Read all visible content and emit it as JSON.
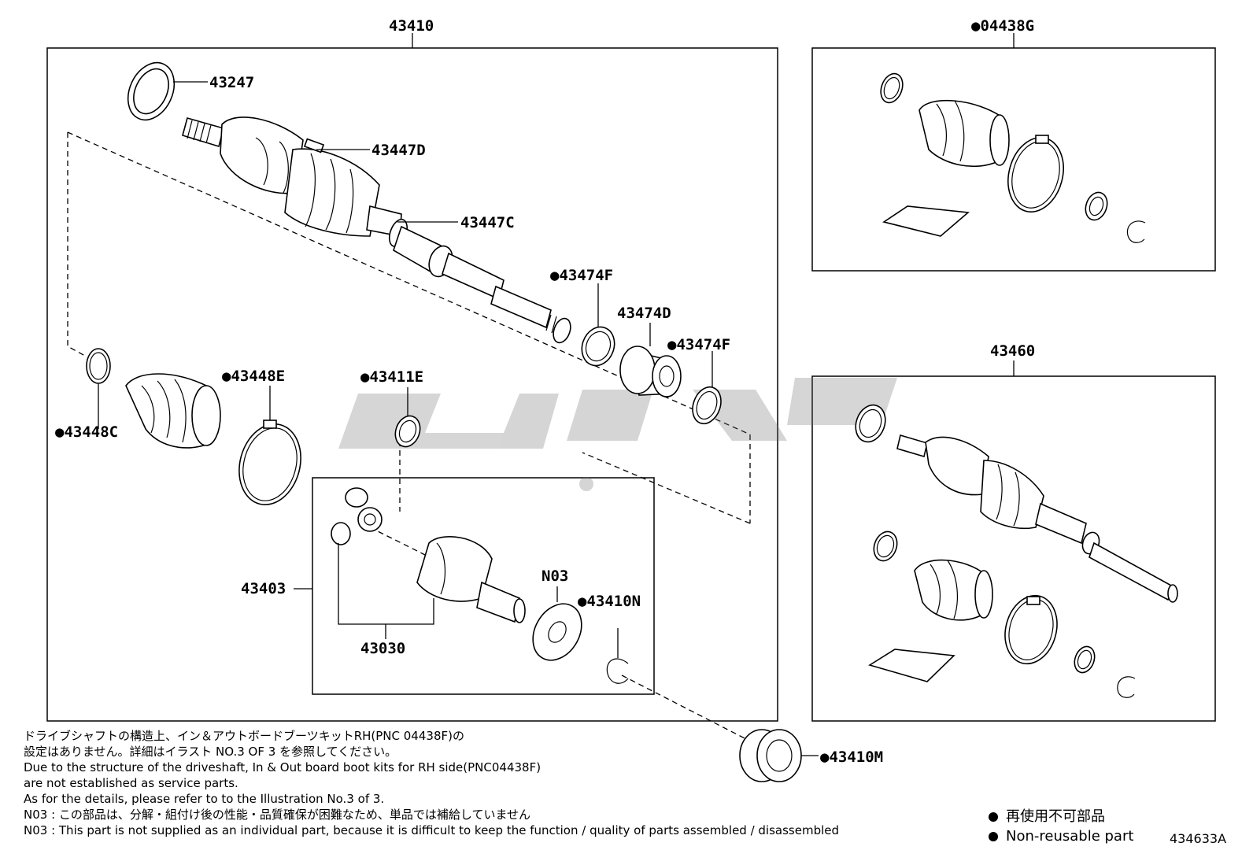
{
  "assembly_labels": {
    "main_shaft": "43410",
    "boot_kit_rh": "●04438G",
    "shaft_lh": "43460",
    "outboard_joint": "43403",
    "tripod_joint": "43030"
  },
  "part_labels": {
    "p43247": "43247",
    "p43447D": "43447D",
    "p43447C": "43447C",
    "p43474F_a": "●43474F",
    "p43474D": "43474D",
    "p43474F_b": "●43474F",
    "p43448E": "●43448E",
    "p43411E": "●43411E",
    "p43448C": "●43448C",
    "pN03": "N03",
    "p43410N": "●43410N",
    "p43410M": "●43410M"
  },
  "watermark_text": "حلب",
  "notes": {
    "jp_line1": "ドライブシャフトの構造上、イン＆アウトボードブーツキットRH(PNC 04438F)の",
    "jp_line2": "設定はありません。詳細はイラスト NO.3 OF 3 を参照してください。",
    "en_line1": "Due to the structure of the driveshaft, In & Out board  boot kits for RH side(PNC04438F)",
    "en_line2": "are not established as service parts.",
    "en_line3": "As for the details, please refer to to the Illustration No.3 of 3.",
    "n03_jp": "N03 : この部品は、分解・組付け後の性能・品質確保が困難なため、単品では補給していません",
    "n03_en": "N03 : This part is not supplied as an individual part, because it is difficult to keep the function / quality of parts  assembled / disassembled"
  },
  "legend": {
    "jp": "再使用不可部品",
    "en": "Non-reusable part"
  },
  "figure_id": "434633A"
}
